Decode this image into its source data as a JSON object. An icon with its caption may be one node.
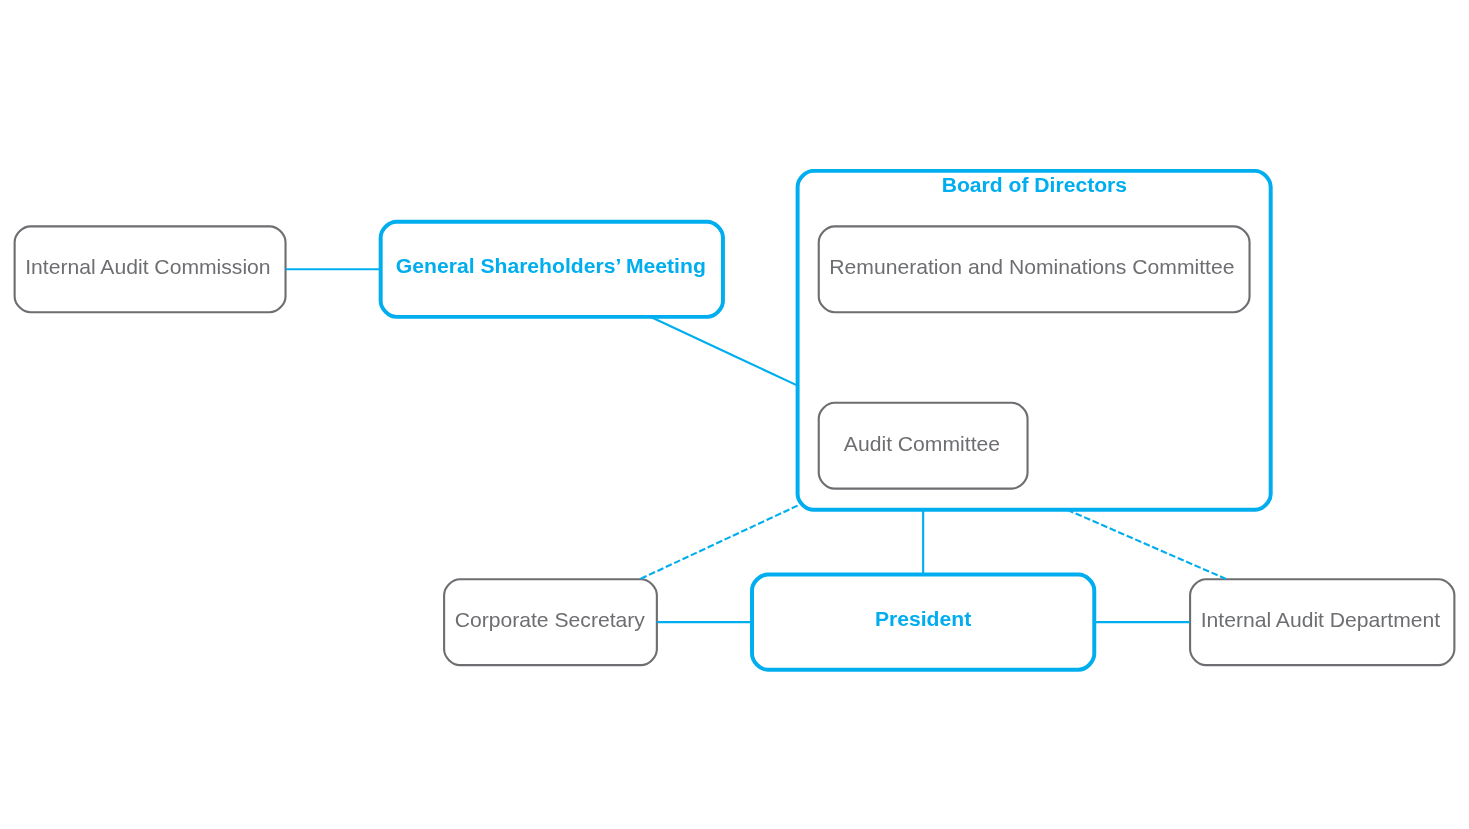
{
  "diagram": {
    "nodes": [
      {
        "text": [
          "Internal Audit Commission"
        ]
      },
      {
        "text": [
          "General Shareholders’ Meeting"
        ]
      },
      {
        "text": [
          "Board of Directors"
        ]
      },
      {
        "text": [
          "Audit Committee"
        ],
        "in": 2
      },
      {
        "text": [
          "Remuneration and Nominations Committee"
        ],
        "in": 2
      },
      {
        "text": [
          "Corporate Secretary"
        ]
      },
      {
        "text": [
          "President"
        ]
      },
      {
        "text": [
          "Internal Audit Department"
        ]
      }
    ],
    "edges": [
      {
        "from": 0,
        "to": 1,
        "arrow": "none"
      },
      {
        "from": 1,
        "to": 2,
        "arrow": "none"
      },
      {
        "from": 2,
        "to": 6,
        "arrow": "none"
      },
      {
        "from": 5,
        "to": 6,
        "arrow": "none"
      },
      {
        "from": 6,
        "to": 7,
        "arrow": "none"
      },
      {
        "from": 2,
        "to": 5,
        "arrow": "none",
        "style": "dashed"
      },
      {
        "from": 2,
        "to": 7,
        "arrow": "none",
        "style": "dashed"
      }
    ]
  }
}
